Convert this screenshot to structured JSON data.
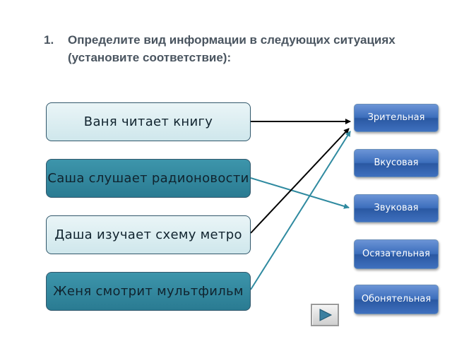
{
  "question": {
    "number": "1.",
    "text": "Определите вид информации в следующих ситуациях (установите соответствие):"
  },
  "situations": [
    {
      "label": "Ваня читает книгу"
    },
    {
      "label": "Саша слушает радионовости"
    },
    {
      "label": "Даша изучает схему метро"
    },
    {
      "label": "Женя смотрит мультфильм"
    }
  ],
  "types": [
    {
      "label": "Зрительная"
    },
    {
      "label": "Вкусовая"
    },
    {
      "label": "Звуковая"
    },
    {
      "label": "Осязательная"
    },
    {
      "label": "Обонятельная"
    }
  ],
  "connections": [
    {
      "from": "Ваня читает книгу",
      "to": "Зрительная"
    },
    {
      "from": "Саша слушает радионовости",
      "to": "Звуковая"
    },
    {
      "from": "Даша изучает схему метро",
      "to": "Зрительная"
    },
    {
      "from": "Женя смотрит мультфильм",
      "to": "Зрительная"
    }
  ],
  "colors": {
    "arrow_black": "#000000",
    "arrow_teal": "#2f8aa0",
    "type_button": "#3c6ebc",
    "situation_light": "#d9eef2",
    "situation_dark": "#2f87a0"
  },
  "controls": {
    "next_icon": "play-icon"
  }
}
